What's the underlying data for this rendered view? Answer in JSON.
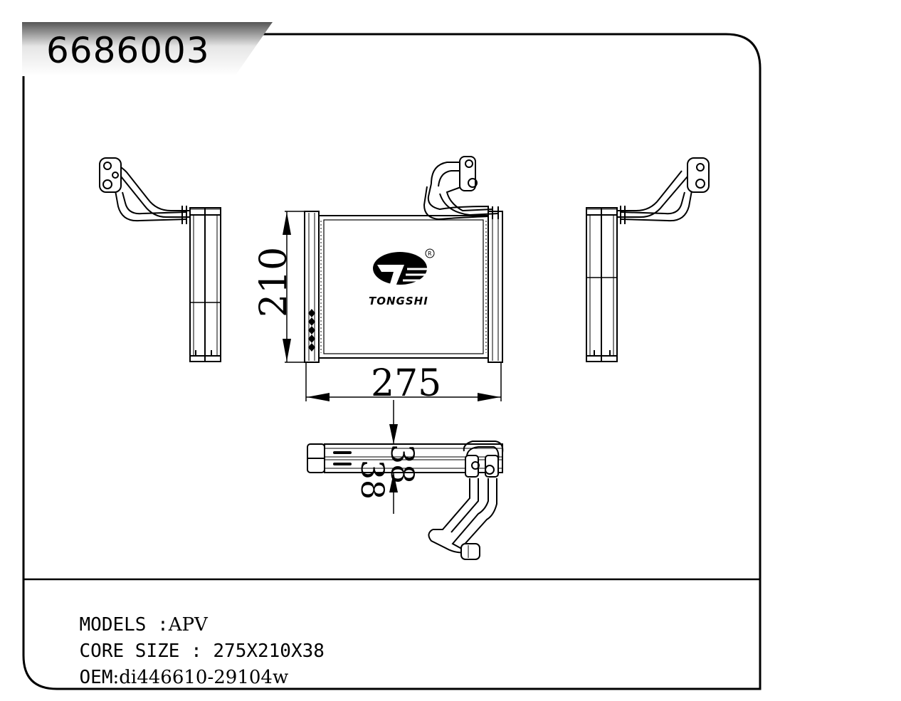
{
  "part_number": "6686003",
  "dimensions": {
    "height": "210",
    "width": "275",
    "depth": "38"
  },
  "logo": {
    "brand": "TONGSHI",
    "registered_mark": "R"
  },
  "specs": {
    "models_label": "MODELS",
    "models_sep": " :",
    "models_value": "APV",
    "core_label": "CORE SIZE",
    "core_sep": " : ",
    "core_value": "275X210X38",
    "oem_label": "OEM",
    "oem_sep": ":",
    "oem_value": "di446610-29104w"
  }
}
